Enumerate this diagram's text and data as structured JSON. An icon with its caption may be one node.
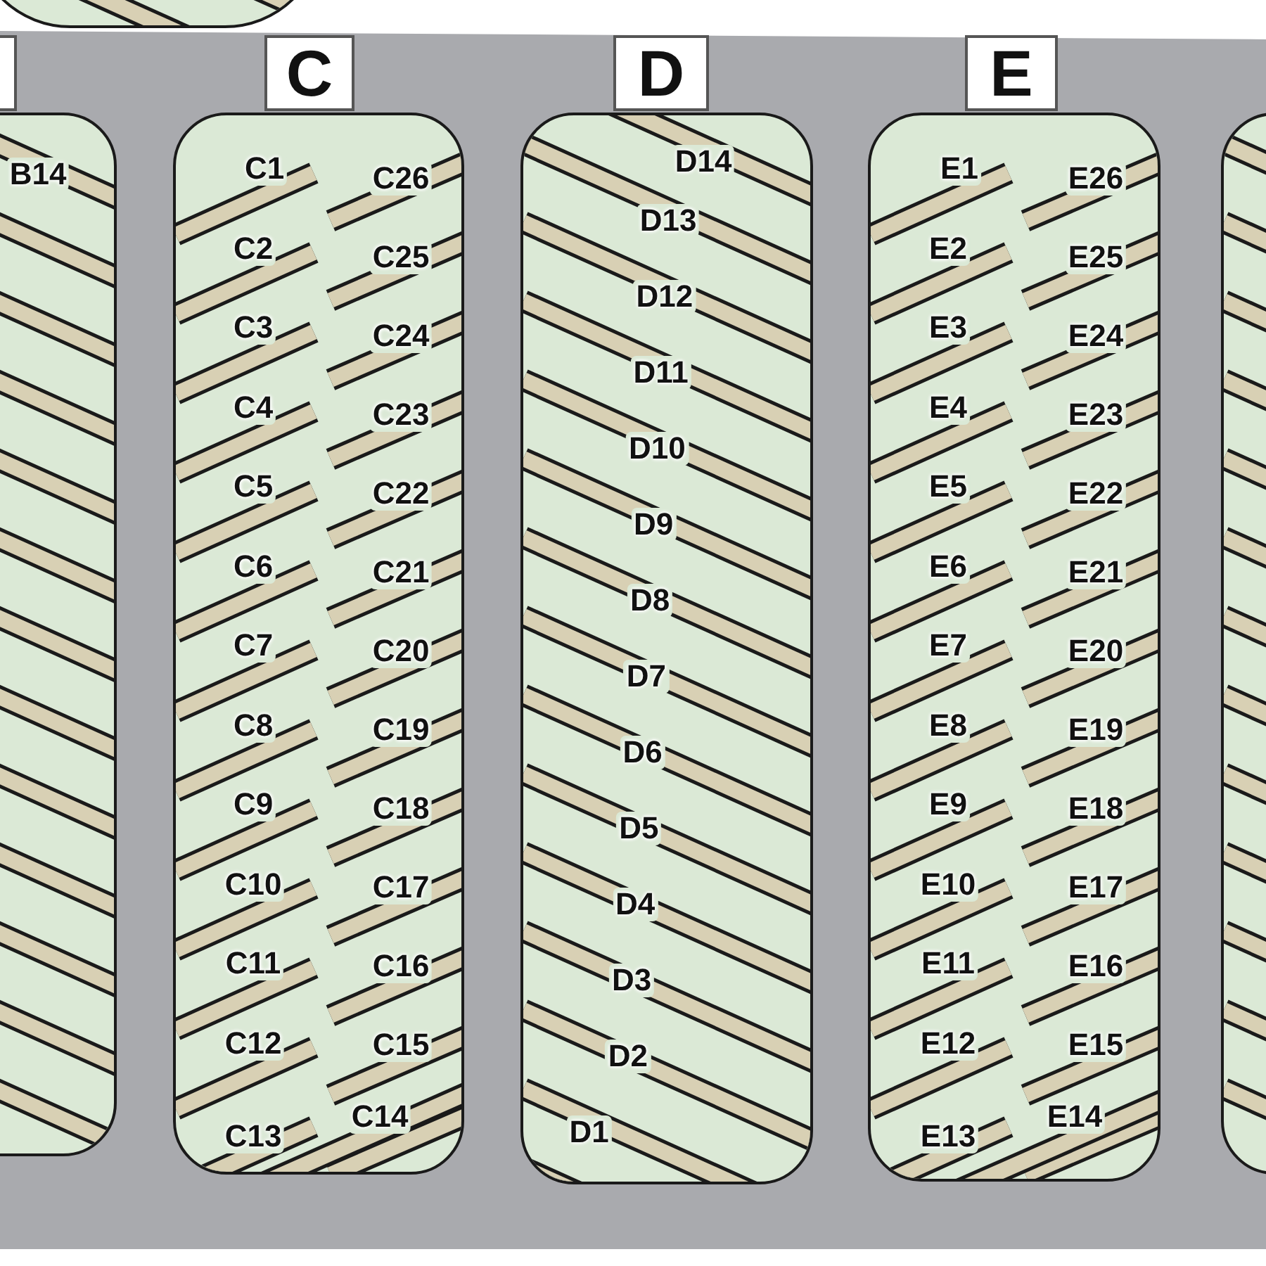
{
  "diagram": {
    "nodes": [
      {
        "text": [],
        "shape": "box"
      },
      {
        "text": [],
        "shape": "box"
      },
      {
        "text": [
          "C"
        ]
      },
      {
        "text": [
          "D"
        ]
      },
      {
        "text": [
          "E"
        ]
      },
      {
        "text": [
          "B14"
        ]
      },
      {
        "text": [
          "C1",
          "C2",
          "C3",
          "C4",
          "C5",
          "C6",
          "C7",
          "C8",
          "C9",
          "C10",
          "C11",
          "C12",
          "C13",
          "C26",
          "C25",
          "C24",
          "C23",
          "C22",
          "C21",
          "C20",
          "C19",
          "C18",
          "C17",
          "C16",
          "C15",
          "C14"
        ]
      },
      {
        "text": [
          "D14",
          "D13",
          "D12",
          "D11",
          "D10",
          "D9",
          "D8",
          "D7",
          "D6",
          "D5",
          "D4",
          "D3",
          "D2",
          "D1"
        ]
      },
      {
        "text": [
          "E1",
          "E2",
          "E3",
          "E4",
          "E5",
          "E6",
          "E7",
          "E8",
          "E9",
          "E10",
          "E11",
          "E12",
          "E13",
          "E26",
          "E25",
          "E24",
          "E23",
          "E22",
          "E21",
          "E20",
          "E19",
          "E18",
          "E17",
          "E16",
          "E15",
          "E14"
        ]
      },
      {
        "text": [],
        "shape": "box"
      }
    ]
  }
}
